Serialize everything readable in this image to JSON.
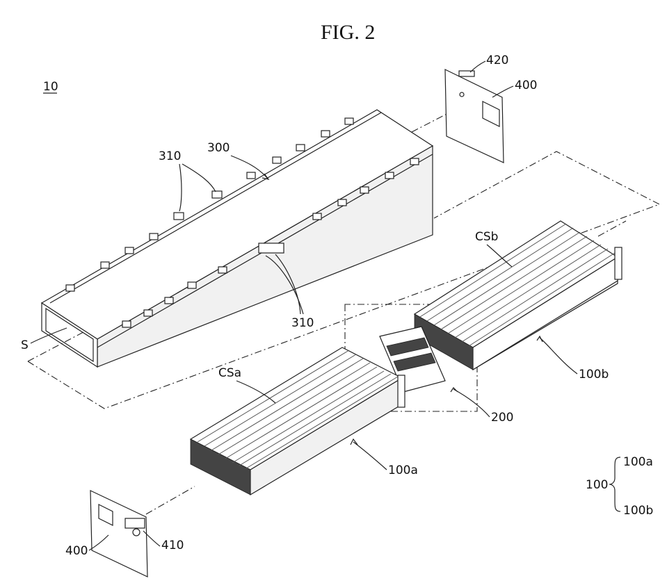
{
  "title": "FIG. 2",
  "labels": {
    "assembly": "10",
    "housing": "300",
    "tabs": "310",
    "tabs_lower": "310",
    "space": "S",
    "end_plate_top": "400",
    "end_plate_top_part": "420",
    "end_plate_bottom": "400",
    "end_plate_bottom_part": "410",
    "stack_a": "CSa",
    "stack_b": "CSb",
    "module_a": "100a",
    "module_b": "100b",
    "connector": "200"
  },
  "legend": {
    "parent": "100",
    "child_a": "100a",
    "child_b": "100b"
  }
}
